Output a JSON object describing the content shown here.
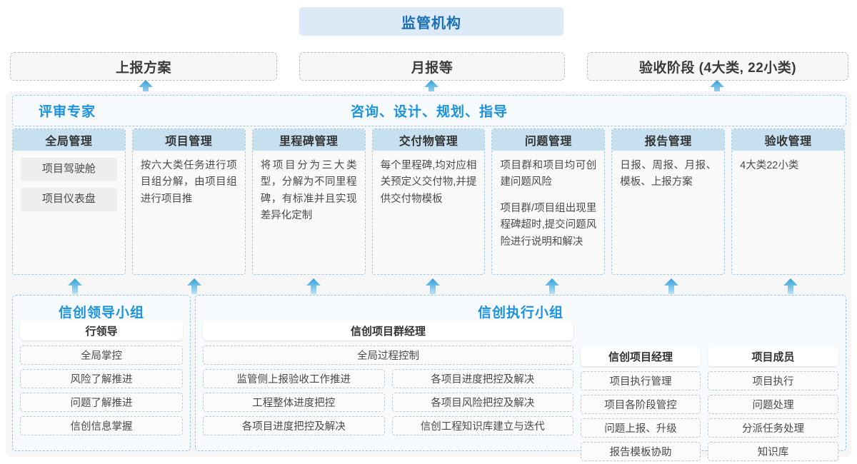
{
  "top": {
    "title": "监管机构",
    "boxes": [
      {
        "label": "上报方案"
      },
      {
        "label": "月报等"
      },
      {
        "label": "验收阶段 (4大类, 22小类)"
      }
    ]
  },
  "advisory": {
    "left_label": "评审专家",
    "center_label": "咨询、设计、规划、指导"
  },
  "capabilities": [
    {
      "head": "全局管理",
      "pills": [
        "项目驾驶舱",
        "项目仪表盘"
      ],
      "paras": []
    },
    {
      "head": "项目管理",
      "pills": [],
      "paras": [
        "按六大类任务进行项目组分解，由项目组进行项目推"
      ]
    },
    {
      "head": "里程碑管理",
      "pills": [],
      "paras": [
        "将项目分为三大类型，分解为不同里程碑，有标准并且实现差异化定制"
      ]
    },
    {
      "head": "交付物管理",
      "pills": [],
      "paras": [
        "每个里程碑,均对应相关预定义交付物,并提供交付物模板"
      ]
    },
    {
      "head": "问题管理",
      "pills": [],
      "paras": [
        "项目群和项目均可创建问题风险",
        "项目群/项目组出现里程碑超时,提交问题风险进行说明和解决"
      ]
    },
    {
      "head": "报告管理",
      "pills": [],
      "paras": [
        "日报、周报、月报、模板、上报方案"
      ]
    },
    {
      "head": "验收管理",
      "pills": [],
      "paras": [
        "4大类22小类"
      ]
    }
  ],
  "leader_group": {
    "title": "信创领导小组",
    "head": "行领导",
    "items": [
      "全局掌控",
      "风险了解推进",
      "问题了解推进",
      "信创信息掌握"
    ]
  },
  "exec_group": {
    "title": "信创执行小组",
    "program_manager": {
      "head": "信创项目群经理",
      "full_width_item": "全局过程控制",
      "left_items": [
        "监管侧上报验收工作推进",
        "工程整体进度把控",
        "各项目进度把控及解决"
      ],
      "right_items": [
        "各项目进度把控及解决",
        "各项目风险把控及解决",
        "信创工程知识库建立与迭代"
      ]
    },
    "project_manager": {
      "head": "信创项目经理",
      "items": [
        "项目执行管理",
        "项目各阶段管控",
        "问题上报、升级",
        "报告模板协助"
      ]
    },
    "member": {
      "head": "项目成员",
      "items": [
        "项目执行",
        "问题处理",
        "分派任务处理",
        "知识库"
      ]
    }
  },
  "colors": {
    "brand_blue": "#1b92e0",
    "title_blue": "#1b6fb5",
    "title_bg": "#dbeaf6",
    "head_bg": "#c7e0f0",
    "arrow": "#2f9fd8"
  }
}
